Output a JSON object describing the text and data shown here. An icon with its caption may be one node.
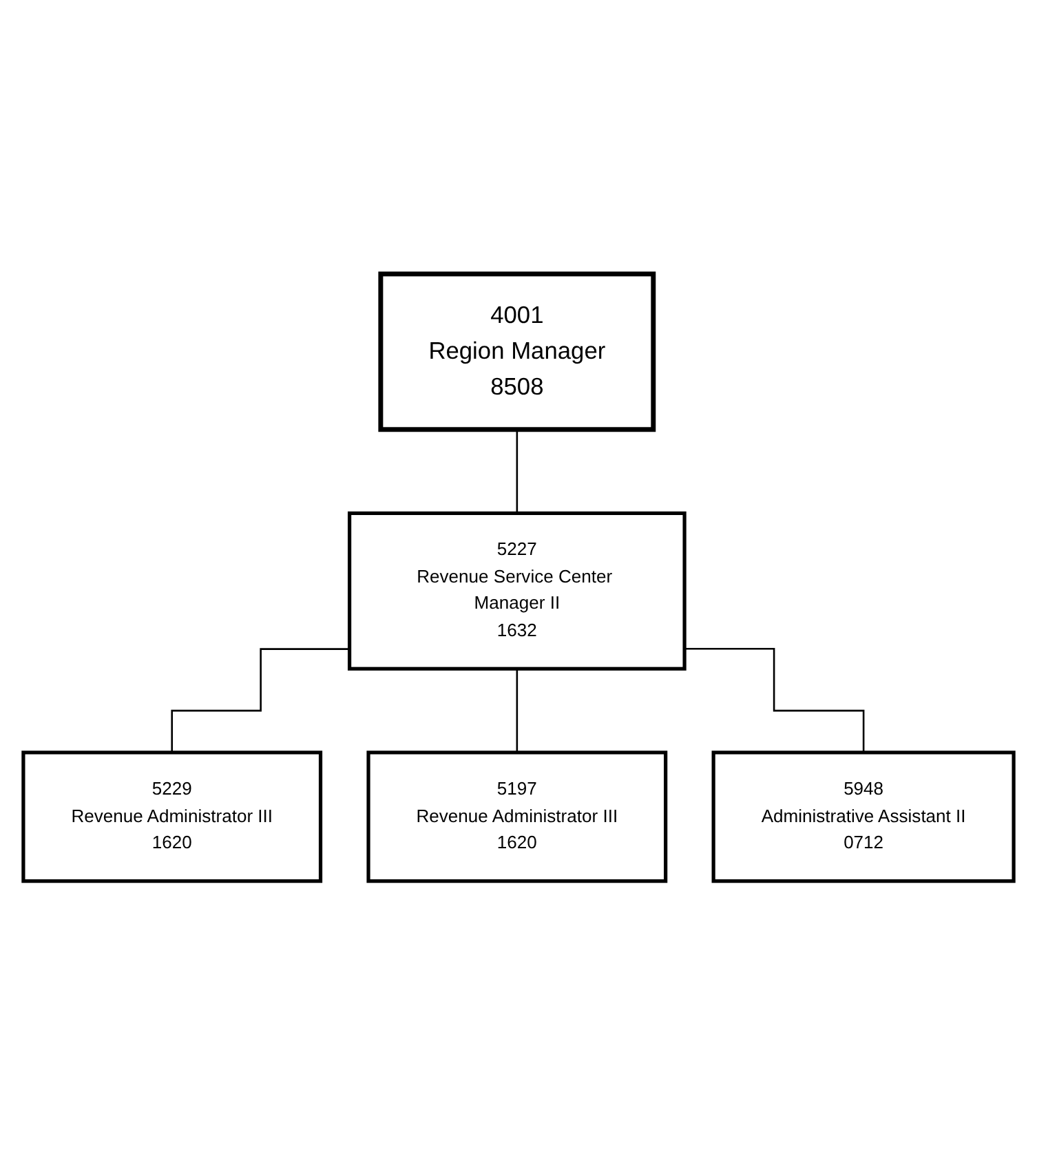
{
  "diagram": {
    "nodes": [
      {
        "text": [
          "4001",
          "Region Manager",
          "8508"
        ]
      },
      {
        "text": [
          "5227",
          "Revenue Service Center Manager II",
          "1632"
        ]
      },
      {
        "text": [
          "5229",
          "Revenue Administrator III",
          "1620"
        ]
      },
      {
        "text": [
          "5197",
          "Revenue Administrator III",
          "1620"
        ]
      },
      {
        "text": [
          "5948",
          "Administrative Assistant II",
          "0712"
        ]
      }
    ],
    "edges": [
      {
        "from": 0,
        "to": 1,
        "arrow": "none"
      },
      {
        "from": 1,
        "to": 2,
        "arrow": "none"
      },
      {
        "from": 1,
        "to": 3,
        "arrow": "none"
      },
      {
        "from": 1,
        "to": 4,
        "arrow": "none"
      }
    ]
  }
}
